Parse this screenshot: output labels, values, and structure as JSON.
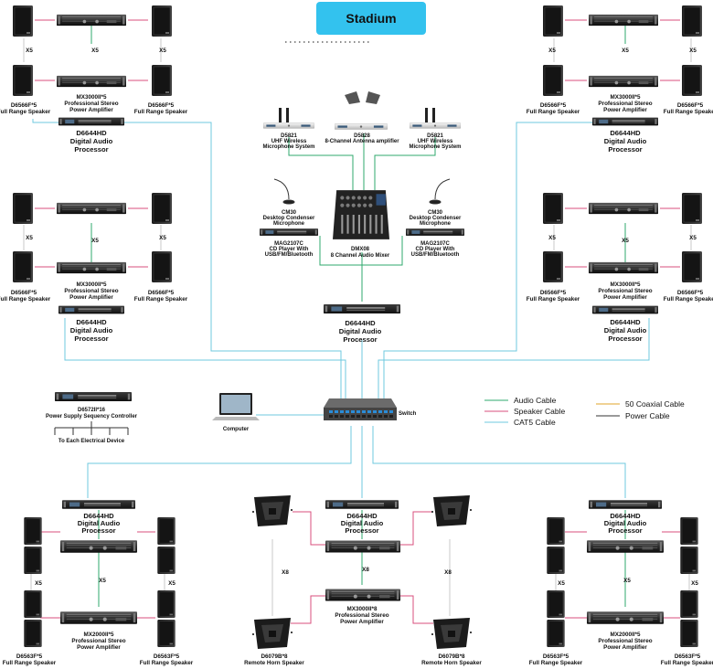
{
  "title": "Stadium",
  "legend": {
    "audio": "Audio Cable",
    "speaker": "Speaker Cable",
    "cat5": "CAT5 Cable",
    "coax": "50 Coaxial Cable",
    "power": "Power Cable"
  },
  "colors": {
    "title_bg": "#33c2ee",
    "audio": "#2fa86e",
    "speaker": "#d84f7c",
    "cat5": "#6fc9df",
    "coax": "#e0a62a",
    "power": "#333333"
  },
  "labels": {
    "x5": "X5",
    "x8": "X8",
    "spk_model_a": "D6566F*5",
    "spk_model_b": "D6563F*5",
    "full_range": "Full Range Speaker",
    "amp_model": "MX3000II*5",
    "amp_model_8": "MX3000II*8",
    "amp_model_2000": "MX2000II*5",
    "amp_line1": "Professional Stereo",
    "amp_line2": "Power Amplifier",
    "proc_model": "D6644HD",
    "proc_line1": "Digital Audio",
    "proc_line2": "Processor",
    "uhf_model": "D5821",
    "uhf_line1": "UHF Wireless",
    "uhf_line2": "Microphone System",
    "ant_model": "D5828",
    "ant_line1": "8-Channel Antenna amplifier",
    "cm_model": "CM30",
    "cm_line1": "Desktop Condenser",
    "cm_line2": "Microphone",
    "cd_model": "MAG2107C",
    "cd_line1": "CD Player With",
    "cd_line2": "USB/FM/Bluetooth",
    "mixer_model": "DMX08",
    "mixer_line1": "8 Channel Audio Mixer",
    "switch": "Switch",
    "computer": "Computer",
    "seq_model": "D6572II*16",
    "seq_line1": "Power Supply Sequency Controller",
    "seq_line2": "To Each Electrical Device",
    "horn_model": "D6079B*8",
    "horn_line1": "Remote Horn Speaker"
  }
}
